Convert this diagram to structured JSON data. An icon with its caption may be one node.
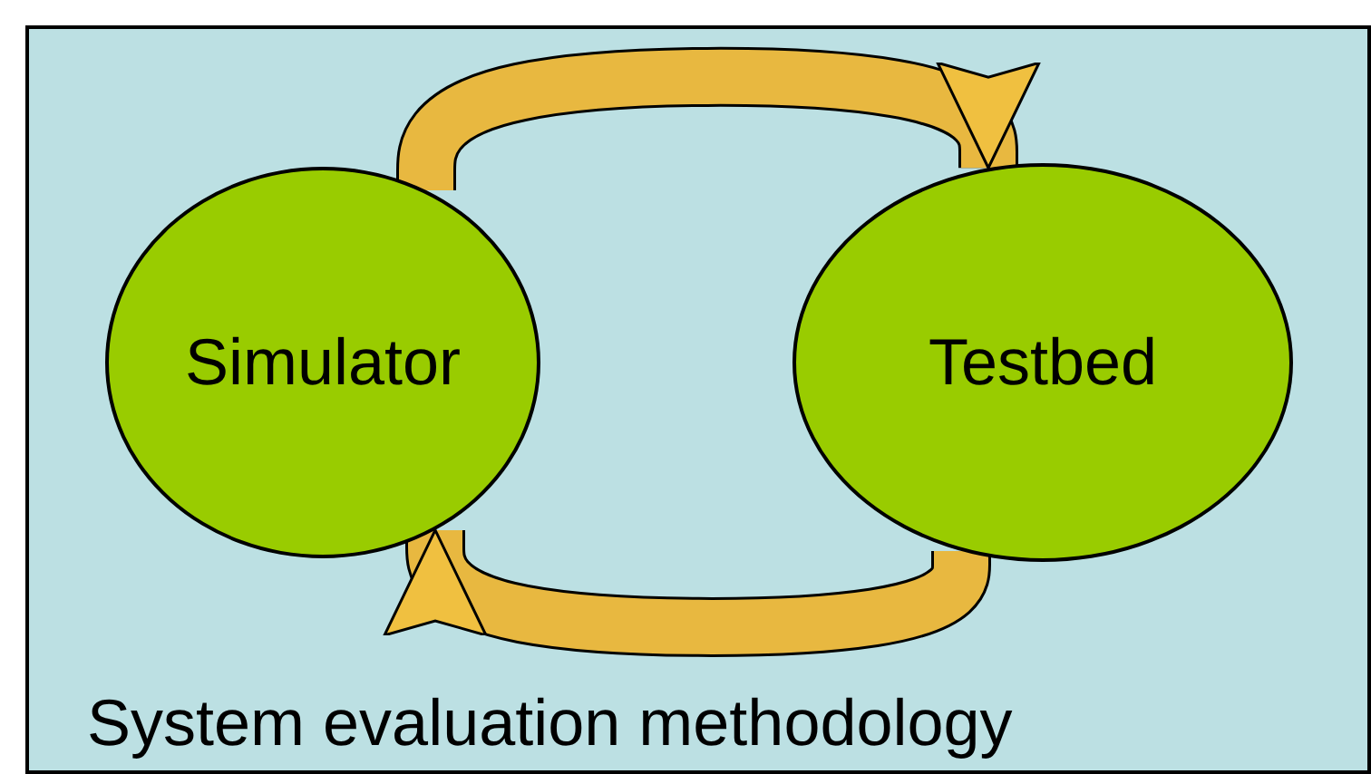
{
  "diagram": {
    "caption": "System evaluation methodology",
    "nodes": [
      {
        "text": [
          "Simulator"
        ]
      },
      {
        "text": [
          "Testbed"
        ]
      }
    ],
    "edges": [
      {
        "from": 0,
        "to": 1,
        "arrow": "to"
      },
      {
        "from": 1,
        "to": 0,
        "arrow": "to"
      }
    ]
  }
}
